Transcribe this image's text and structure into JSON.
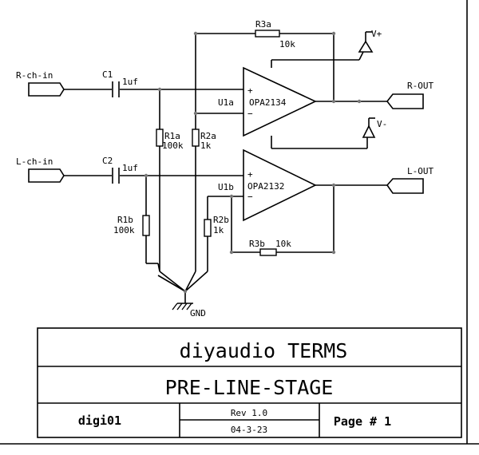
{
  "ports": {
    "r_in": "R-ch-in",
    "l_in": "L-ch-in",
    "r_out": "R-OUT",
    "l_out": "L-OUT",
    "vpos": "V+",
    "vneg": "V-",
    "gnd": "GND"
  },
  "components": {
    "c1": "C1",
    "c1_val": "1uf",
    "c2": "C2",
    "c2_val": "1uf",
    "r1a": "R1a",
    "r1a_val": "100k",
    "r2a": "R2a",
    "r2a_val": "1k",
    "r3a": "R3a",
    "r3a_val": "10k",
    "r1b": "R1b",
    "r1b_val": "100k",
    "r2b": "R2b",
    "r2b_val": "1k",
    "r3b": "R3b",
    "r3b_val": "10k",
    "u1a": "U1a",
    "u1a_part": "OPA2134",
    "u1b": "U1b",
    "u1b_part": "OPA2132",
    "plus": "+",
    "minus": "−"
  },
  "title_block": {
    "company": "diyaudio TERMS",
    "title": "PRE-LINE-STAGE",
    "author": "digi01",
    "rev": "Rev 1.0",
    "date": "04-3-23",
    "page": "Page # 1"
  }
}
